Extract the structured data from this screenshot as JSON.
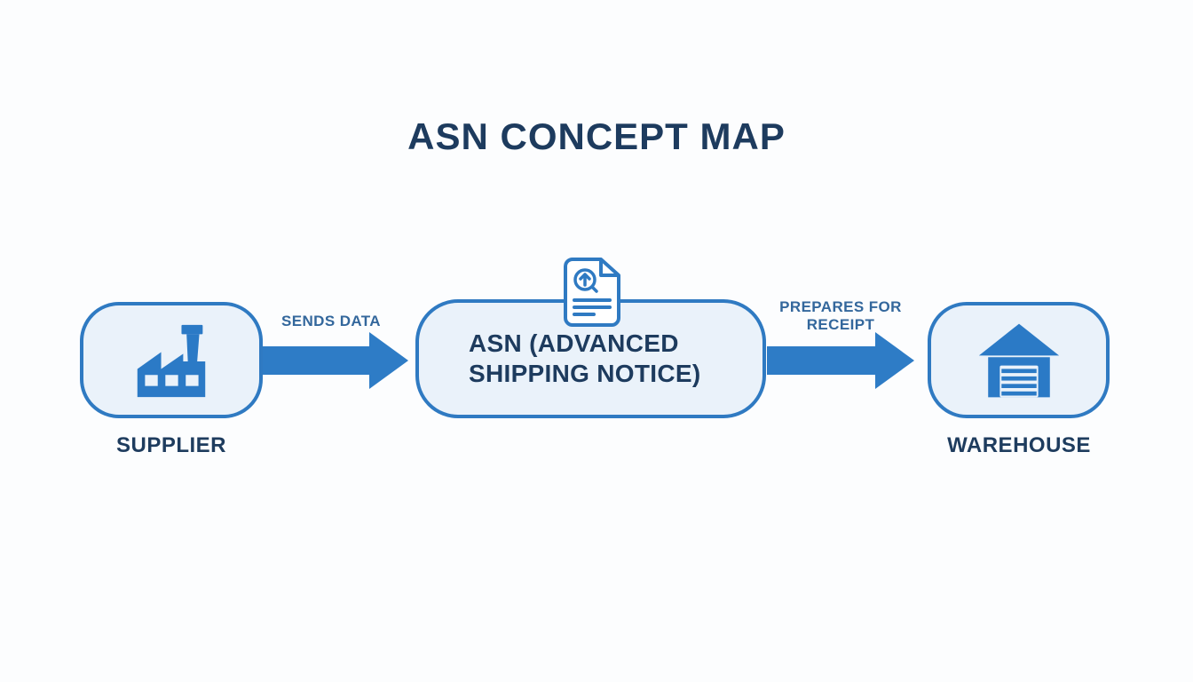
{
  "title": "ASN CONCEPT MAP",
  "colors": {
    "background": "#fcfdfe",
    "heading_navy": "#1d3b5e",
    "node_border_blue": "#2f7ac2",
    "node_fill": "#eaf2fa",
    "arrow_blue": "#2e7cc6",
    "edge_label_blue": "#33679c",
    "icon_blue": "#2b7ac6"
  },
  "nodes": {
    "supplier": {
      "label": "SUPPLIER",
      "icon": "factory-icon"
    },
    "asn": {
      "line1": "ASN (ADVANCED",
      "line2": "SHIPPING NOTICE)",
      "icon": "document-upload-icon"
    },
    "warehouse": {
      "label": "WAREHOUSE",
      "icon": "warehouse-icon"
    }
  },
  "edges": {
    "supplier_to_asn": {
      "label": "SENDS DATA"
    },
    "asn_to_warehouse": {
      "line1": "PREPARES FOR",
      "line2": "RECEIPT"
    }
  }
}
